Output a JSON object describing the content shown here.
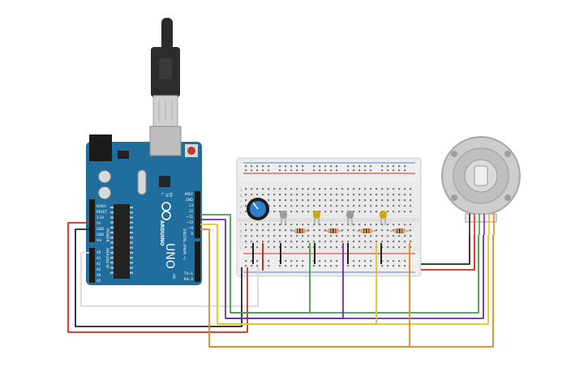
{
  "board": {
    "brand": "ARDUINO",
    "model": "UNO",
    "power_header_label": "POWER",
    "analog_header_label": "ANALOG IN",
    "digital_header_label": "DIGITAL (PWM ~)",
    "power_pins": [
      "IOREF",
      "RESET",
      "3.3V",
      "5V",
      "GND",
      "GND",
      "Vin"
    ],
    "analog_pins": [
      "A0",
      "A1",
      "A2",
      "A3",
      "A4",
      "A5"
    ],
    "digital_pins_top": [
      "AREF",
      "GND",
      "13",
      "12",
      "~11",
      "~10",
      "~9",
      "8"
    ],
    "digital_pins_bottom": [
      "TX→1",
      "RX←0"
    ],
    "on_label": "ON",
    "tx_label": "TX",
    "rx_label": "RX",
    "l_label": "L"
  },
  "breadboard": {
    "row_letters_top": [
      "a",
      "b",
      "c",
      "d",
      "e"
    ],
    "row_letters_bottom": [
      "f",
      "g",
      "h",
      "i",
      "j"
    ]
  },
  "colors": {
    "board": "#1f6e9e",
    "wire_red": "#d42a1f",
    "wire_black": "#222222",
    "wire_green": "#3fa53a",
    "wire_purple": "#6b2fa0",
    "wire_yellow": "#e8c21a",
    "wire_orange": "#e8861a",
    "wire_white": "#e6e6e6",
    "led_yellow": "#c9a816",
    "led_off": "#9a9a9a",
    "potentiometer": "#2f7fcf"
  }
}
